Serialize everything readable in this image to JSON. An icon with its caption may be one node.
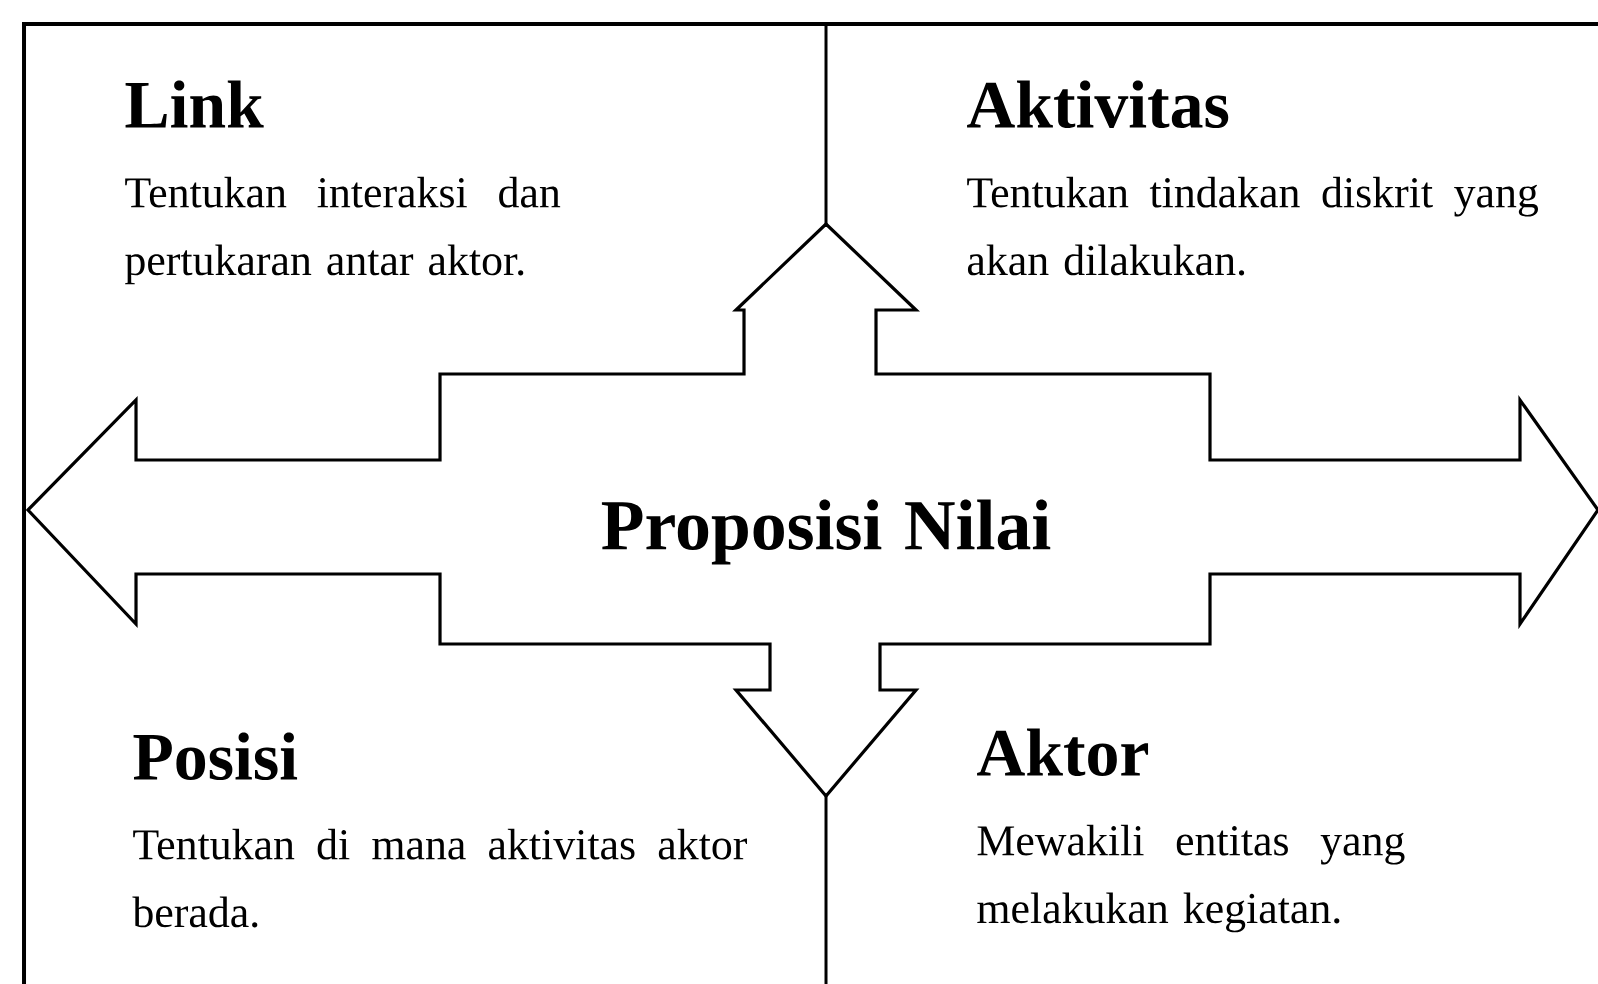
{
  "diagram": {
    "nodes": [
      {
        "text": [
          "Link",
          "Tentukan interaksi dan pertukaran antar aktor."
        ]
      },
      {
        "text": [
          "Aktivitas",
          "Tentukan tindakan diskrit yang akan dilakukan."
        ]
      },
      {
        "text": [
          "Posisi",
          "Tentukan di mana aktivitas aktor berada."
        ]
      },
      {
        "text": [
          "Aktor",
          "Mewakili entitas yang melakukan kegiatan."
        ]
      },
      {
        "text": [
          "Proposisi Nilai"
        ]
      }
    ]
  }
}
